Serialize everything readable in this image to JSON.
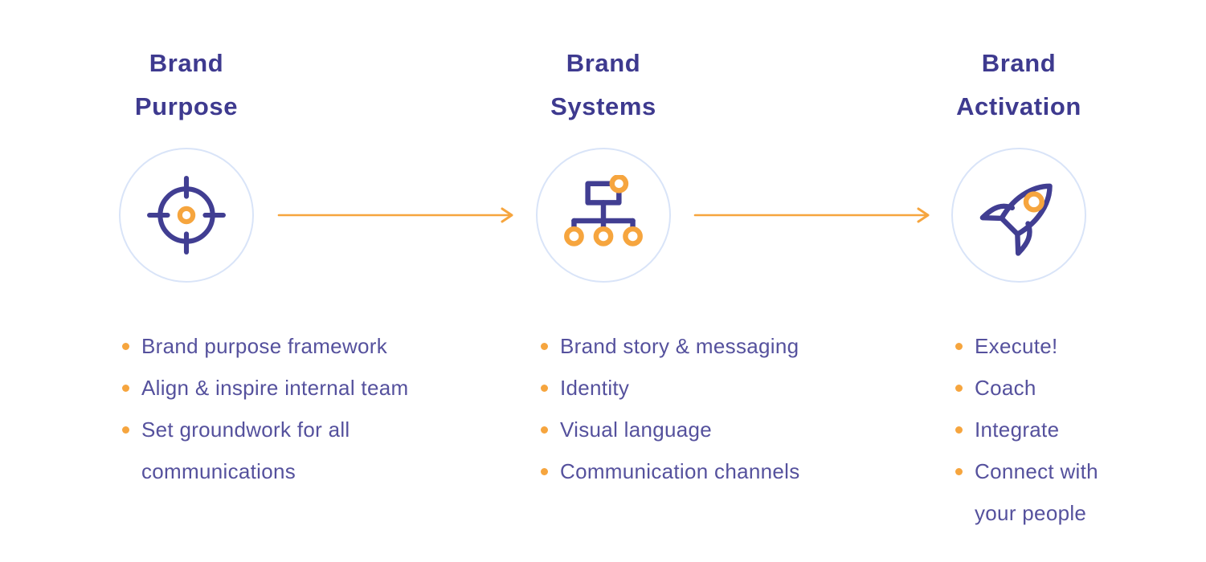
{
  "diagram": {
    "title": "Brand process diagram",
    "colors": {
      "title_indigo": "#3e3a8f",
      "body_purple": "#55519d",
      "accent_orange": "#f6a53e",
      "circle_outline_blue": "#d9e4f8",
      "icon_stroke_indigo": "#413e92",
      "background": "#ffffff"
    },
    "connectors": [
      {
        "icon": "right-arrow-icon"
      },
      {
        "icon": "right-arrow-icon"
      }
    ],
    "columns": [
      {
        "title": "Brand\nPurpose",
        "icon": "target-icon",
        "items": [
          "Brand purpose framework",
          "Align & inspire internal team",
          "Set groundwork for all\ncommunications"
        ]
      },
      {
        "title": "Brand\nSystems",
        "icon": "org-chart-icon",
        "items": [
          "Brand story & messaging",
          "Identity",
          "Visual language",
          "Communication channels"
        ]
      },
      {
        "title": "Brand\nActivation",
        "icon": "rocket-icon",
        "items": [
          "Execute!",
          "Coach",
          "Integrate",
          "Connect with\nyour people"
        ]
      }
    ]
  }
}
